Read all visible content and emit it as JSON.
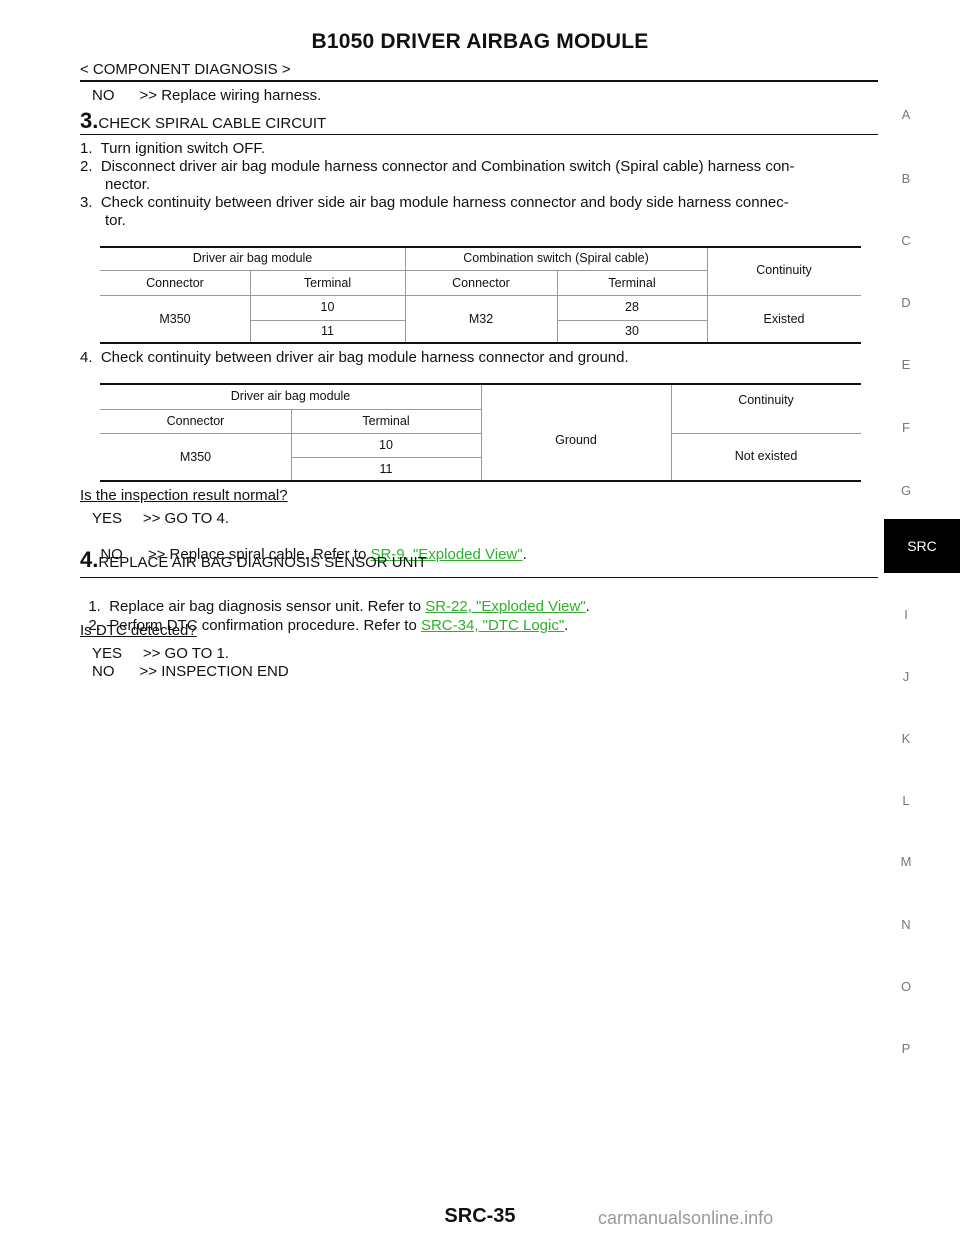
{
  "header": {
    "title": "B1050 DRIVER AIRBAG MODULE",
    "breadcrumb": "< COMPONENT DIAGNOSIS >"
  },
  "intro_line": "NO      >> Replace wiring harness.",
  "step3": {
    "number": "3.",
    "title": "CHECK SPIRAL CABLE CIRCUIT",
    "items": [
      "1.  Turn ignition switch OFF.",
      "2.  Disconnect driver air bag module harness connector and Combination switch (Spiral cable) harness con-",
      "      nector.",
      "3.  Check continuity between driver side air bag module harness connector and body side harness connec-",
      "      tor."
    ],
    "table1": {
      "h_driver": "Driver air bag module",
      "h_comb": "Combination switch (Spiral cable)",
      "h_cont": "Continuity",
      "h_conn1": "Connector",
      "h_term1": "Terminal",
      "h_conn2": "Connector",
      "h_term2": "Terminal",
      "conn1": "M350",
      "term1a": "10",
      "term1b": "11",
      "conn2": "M32",
      "term2a": "28",
      "term2b": "30",
      "result": "Existed"
    },
    "item4": "4.  Check continuity between driver air bag module harness connector and ground.",
    "table2": {
      "h_driver": "Driver air bag module",
      "h_ground": "Ground",
      "h_cont": "Continuity",
      "h_conn": "Connector",
      "h_term": "Terminal",
      "conn": "M350",
      "term_a": "10",
      "term_b": "11",
      "result": "Not existed"
    },
    "question": "Is the inspection result normal?",
    "yes": "YES     >> GO TO 4.",
    "no_prefix": "NO      >> Replace spiral cable. Refer to ",
    "no_link": "SR-9, \"Exploded View\""
  },
  "step4": {
    "number": "4.",
    "title": "REPLACE AIR BAG DIAGNOSIS SENSOR UNIT",
    "item1_prefix": "1.  Replace air bag diagnosis sensor unit. Refer to ",
    "item1_link": "SR-22, \"Exploded View\"",
    "item2_prefix": "2.  Perform DTC confirmation procedure. Refer to ",
    "item2_link": "SRC-34, \"DTC Logic\"",
    "question": "Is DTC detected?",
    "yes": "YES     >> GO TO 1.",
    "no": "NO      >> INSPECTION END"
  },
  "sidebar": {
    "letters": [
      "A",
      "B",
      "C",
      "D",
      "E",
      "F",
      "G",
      "I",
      "J",
      "K",
      "L",
      "M",
      "N",
      "O",
      "P"
    ],
    "active": "SRC"
  },
  "footer": {
    "page": "SRC-35",
    "watermark": "carmanualsonline.info"
  }
}
